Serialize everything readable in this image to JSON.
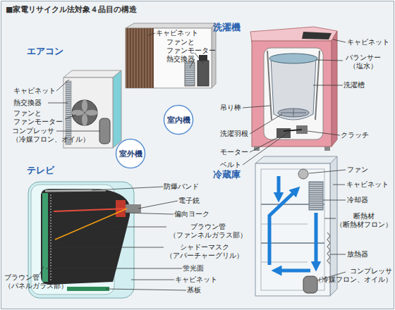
{
  "diagram": {
    "title": "■家電リサイクル法対象４品目の構造",
    "nodes": [
      {
        "text": [
          "室内機"
        ]
      },
      {
        "text": [
          "室外機"
        ]
      }
    ],
    "labels": [
      "エアコン",
      "キャビネット",
      "ファンと ファンモーター",
      "熱交換器",
      "キャビネット",
      "熱交換器",
      "ファンと ファンモーター",
      "コンプレッサ （冷媒フロン、オイル）",
      "洗濯機",
      "キャビネット",
      "バランサー （塩水）",
      "洗濯槽",
      "吊り棒",
      "洗濯羽根",
      "モーター",
      "クラッチ",
      "ベルト",
      "テレビ",
      "防爆バンド",
      "電子銃",
      "偏向ヨーク",
      "ブラウン管 （ファンネルガラス部）",
      "シャドーマスク （アパーチャーグリル）",
      "蛍光面",
      "キャビネット",
      "基板",
      "ブラウン管 （パネルガラス部）",
      "冷蔵庫",
      "ファン",
      "キャビネット",
      "冷却器",
      "断熱材 （断熱材フロン）",
      "放熱器",
      "コンプレッサ （冷媒フロン、オイル）"
    ]
  }
}
